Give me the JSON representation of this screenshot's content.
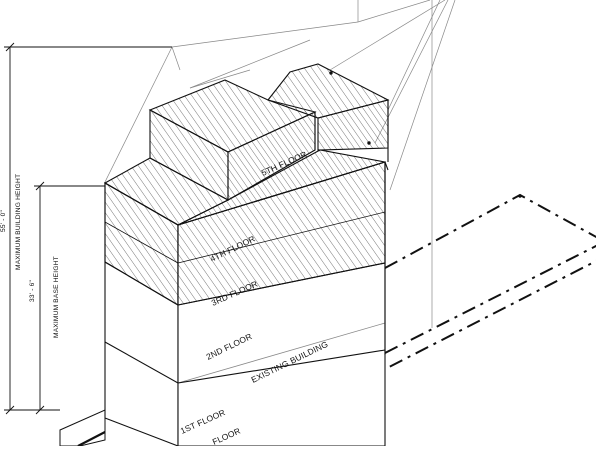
{
  "diagram": {
    "floors": {
      "fifth": "5TH FLOOR",
      "fourth": "4TH FLOOR",
      "third": "3RD FLOOR",
      "second": "2ND FLOOR",
      "first": "1ST FLOOR",
      "ground": "FLOOR"
    },
    "existing_building": "EXISTING BUILDING",
    "dimensions": {
      "building_height_value": "55' - 0\"",
      "building_height_label": "MAXIMUM BUILDING HEIGHT",
      "base_height_value": "33' - 6\"",
      "base_height_label": "MAXIMUM BASE HEIGHT"
    }
  }
}
